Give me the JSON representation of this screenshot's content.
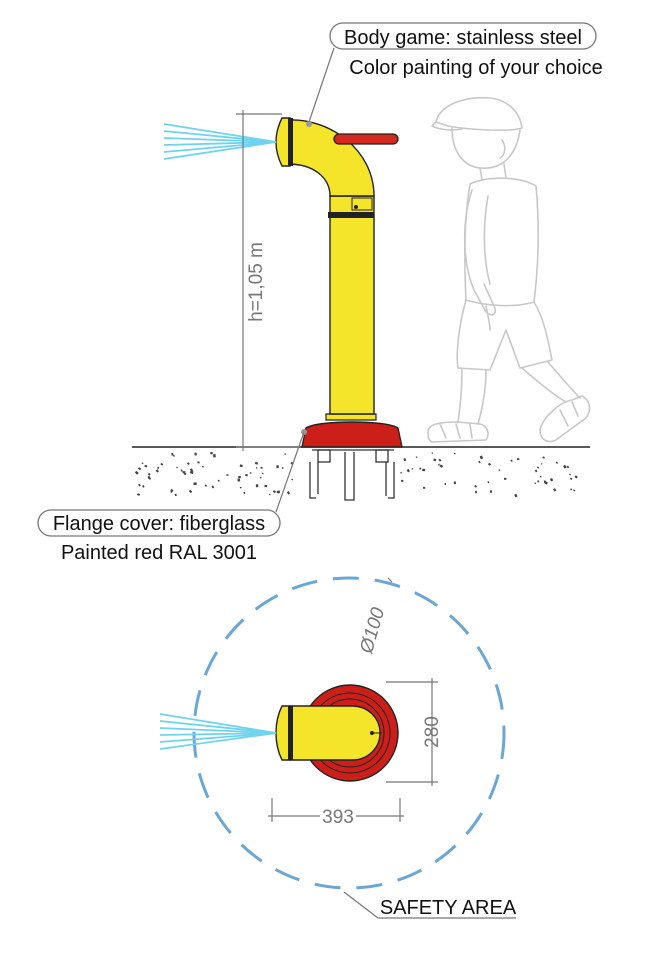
{
  "labels": {
    "body_material": "Body game: stainless steel",
    "body_color": "Color painting of your choice",
    "flange_material": "Flange cover: fiberglass",
    "flange_color": "Painted red RAL 3001",
    "safety_area": "SAFETY AREA"
  },
  "dimensions": {
    "height": "h=1,05 m",
    "diameter": "Ø100",
    "depth": "280",
    "width": "393"
  },
  "colors": {
    "body": "#f5e52a",
    "flange": "#cc1f1a",
    "handle": "#d42a1e",
    "water": "#6fd3f0",
    "safety_circle": "#6aa6d6",
    "dimension_lines": "#777777",
    "child_outline": "#c8c8c8"
  },
  "icons": {
    "figure": "child-walking-outline-icon",
    "spray": "water-spray-icon"
  }
}
